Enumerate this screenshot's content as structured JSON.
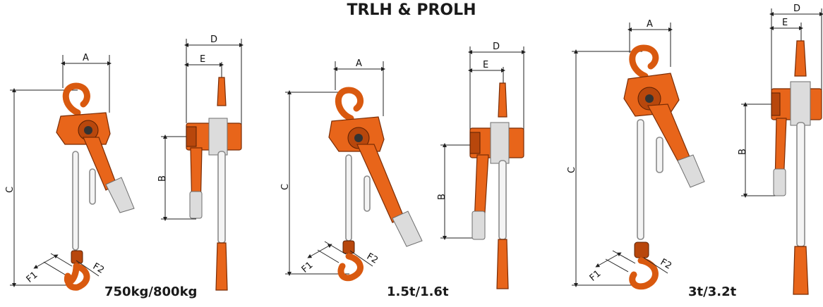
{
  "title": "TRLH & PROLH",
  "captions": [
    "750kg/800kg",
    "1.5t/1.6t",
    "3t/3.2t"
  ],
  "dimension_labels": {
    "a": "A",
    "b": "B",
    "c": "C",
    "d": "D",
    "e": "E",
    "f1": "F1",
    "f2": "F2"
  },
  "colors": {
    "hoist_orange": "#e8651a",
    "hoist_dark": "#b8470c",
    "chain_grey": "#8a8a8a",
    "grip_grey": "#dcdcdc"
  }
}
